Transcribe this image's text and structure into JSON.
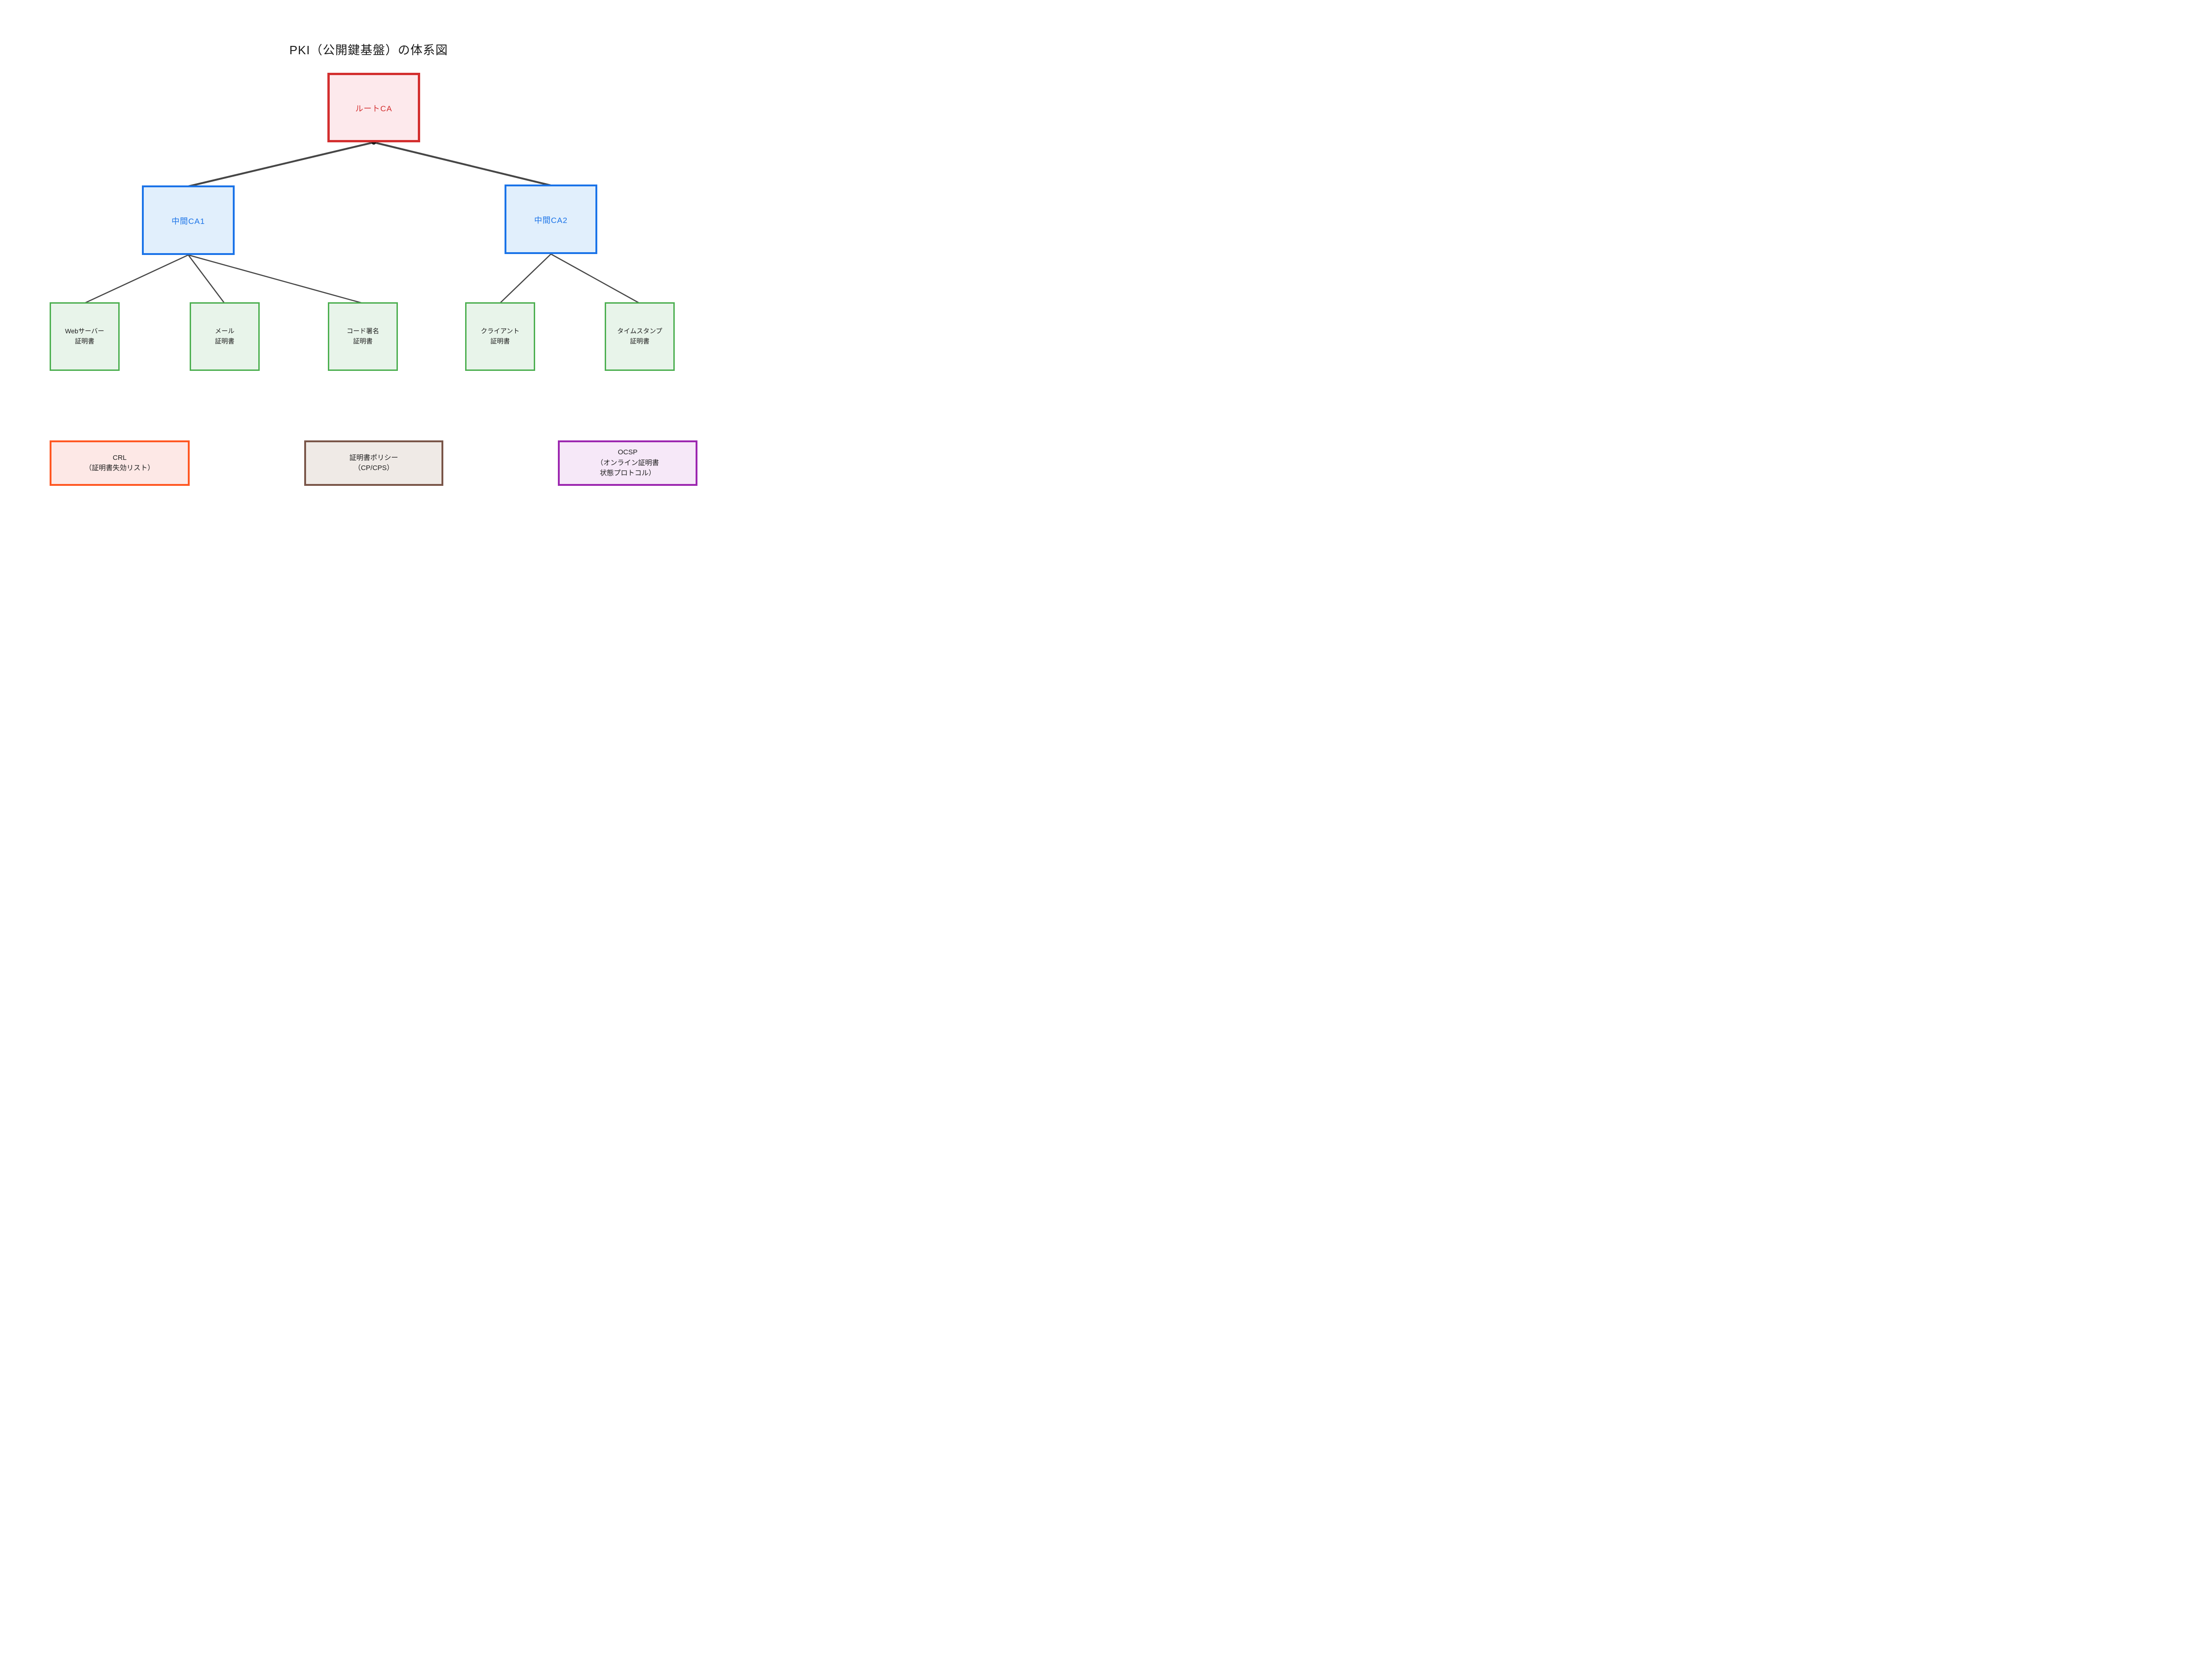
{
  "title": "PKI（公開鍵基盤）の体系図",
  "diagram": {
    "nodes": {
      "root_ca": {
        "label": "ルートCA",
        "border_color": "#d32f2f",
        "fill_color": "#fde9ec",
        "text_color": "#d32f2f"
      },
      "intermediate_ca1": {
        "label": "中間CA1",
        "border_color": "#1a73e8",
        "fill_color": "#e1effc",
        "text_color": "#1a73e8"
      },
      "intermediate_ca2": {
        "label": "中間CA2",
        "border_color": "#1a73e8",
        "fill_color": "#e1effc",
        "text_color": "#1a73e8"
      },
      "web_server_cert": {
        "label_line1": "Webサーバー",
        "label_line2": "証明書",
        "border_color": "#4caf50",
        "fill_color": "#e8f4ea",
        "text_color": "#1c1c1c"
      },
      "mail_cert": {
        "label_line1": "メール",
        "label_line2": "証明書",
        "border_color": "#4caf50",
        "fill_color": "#e8f4ea",
        "text_color": "#1c1c1c"
      },
      "code_signing_cert": {
        "label_line1": "コード署名",
        "label_line2": "証明書",
        "border_color": "#4caf50",
        "fill_color": "#e8f4ea",
        "text_color": "#1c1c1c"
      },
      "client_cert": {
        "label_line1": "クライアント",
        "label_line2": "証明書",
        "border_color": "#4caf50",
        "fill_color": "#e8f4ea",
        "text_color": "#1c1c1c"
      },
      "timestamp_cert": {
        "label_line1": "タイムスタンプ",
        "label_line2": "証明書",
        "border_color": "#4caf50",
        "fill_color": "#e8f4ea",
        "text_color": "#1c1c1c"
      },
      "crl": {
        "label_line1": "CRL",
        "label_line2": "（証明書失効リスト）",
        "border_color": "#ff5722",
        "fill_color": "#fde8e6",
        "text_color": "#1c1c1c"
      },
      "cert_policy": {
        "label_line1": "証明書ポリシー",
        "label_line2": "（CP/CPS）",
        "border_color": "#795548",
        "fill_color": "#efeae6",
        "text_color": "#1c1c1c"
      },
      "ocsp": {
        "label_line1": "OCSP",
        "label_line2": "（オンライン証明書",
        "label_line3": "状態プロトコル）",
        "border_color": "#9c27b0",
        "fill_color": "#f6e8f8",
        "text_color": "#1c1c1c"
      }
    },
    "edges": [
      {
        "from": "root_ca",
        "to": "intermediate_ca1"
      },
      {
        "from": "root_ca",
        "to": "intermediate_ca2"
      },
      {
        "from": "intermediate_ca1",
        "to": "web_server_cert"
      },
      {
        "from": "intermediate_ca1",
        "to": "mail_cert"
      },
      {
        "from": "intermediate_ca1",
        "to": "code_signing_cert"
      },
      {
        "from": "intermediate_ca2",
        "to": "client_cert"
      },
      {
        "from": "intermediate_ca2",
        "to": "timestamp_cert"
      }
    ],
    "connector_color": "#464646"
  }
}
